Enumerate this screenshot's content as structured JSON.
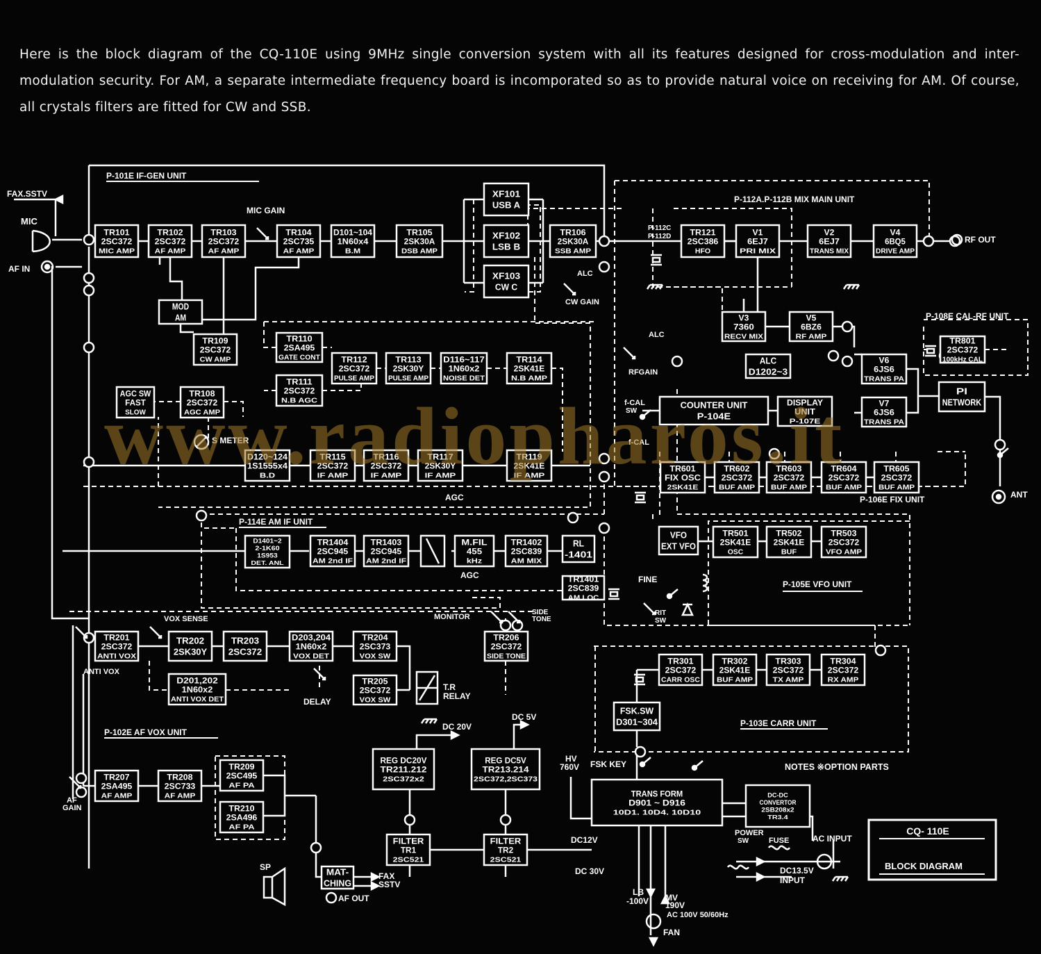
{
  "intro_text": "Here is the block diagram of the CQ-110E using 9MHz single conversion system with all its features designed for cross-modulation and inter-modulation security. For AM, a separate intermediate frequency board is incomporated so as to provide natural voice on receiving for AM. Of course, all crystals filters are fitted for CW and SSB.",
  "watermark": "www.radiopharos.it",
  "colors": {
    "background": "#050505",
    "line": "#ffffff",
    "watermark": "#a07828"
  },
  "title_box": {
    "title": "CQ- 110E",
    "subtitle": "BLOCK DIAGRAM"
  },
  "notes": "NOTES  ※OPTION  PARTS",
  "units": [
    {
      "id": "if_gen",
      "label": "P-101E  IF-GEN UNIT"
    },
    {
      "id": "mix_main",
      "label": "P-112A.P-112B  MIX MAIN UNIT"
    },
    {
      "id": "cal_rf",
      "label": "P-108E CAL-RF UNIT"
    },
    {
      "id": "fix",
      "label": "P-106E  FIX UNIT"
    },
    {
      "id": "am_if",
      "label": "P-114E  AM IF UNIT"
    },
    {
      "id": "vfo",
      "label": "P-105E  VFO UNIT"
    },
    {
      "id": "af_vox",
      "label": "P-102E  AF VOX UNIT"
    },
    {
      "id": "carr",
      "label": "P-103E  CARR UNIT"
    }
  ],
  "blocks": [
    {
      "id": "tr101",
      "lines": [
        "TR101",
        "2SC372",
        "MIC AMP"
      ]
    },
    {
      "id": "tr102",
      "lines": [
        "TR102",
        "2SC372",
        "AF AMP"
      ]
    },
    {
      "id": "tr103",
      "lines": [
        "TR103",
        "2SC372",
        "AF AMP"
      ]
    },
    {
      "id": "tr104",
      "lines": [
        "TR104",
        "2SC735",
        "AF AMP"
      ]
    },
    {
      "id": "d101",
      "lines": [
        "D101~104",
        "1N60x4",
        "B.M"
      ]
    },
    {
      "id": "tr105",
      "lines": [
        "TR105",
        "2SK30A",
        "DSB AMP"
      ]
    },
    {
      "id": "xf101",
      "lines": [
        "XF101",
        "USB A"
      ]
    },
    {
      "id": "xf102",
      "lines": [
        "XF102",
        "LSB B"
      ]
    },
    {
      "id": "xf103",
      "lines": [
        "XF103",
        "CW C"
      ]
    },
    {
      "id": "tr106",
      "lines": [
        "TR106",
        "2SK30A",
        "SSB AMP"
      ]
    },
    {
      "id": "mod",
      "lines": [
        "MOD",
        "AM"
      ]
    },
    {
      "id": "tr109",
      "lines": [
        "TR109",
        "2SC372",
        "CW AMP"
      ]
    },
    {
      "id": "tr110",
      "lines": [
        "TR110",
        "2SA495",
        "GATE CONT"
      ]
    },
    {
      "id": "tr112",
      "lines": [
        "TR112",
        "2SC372",
        "PULSE AMP"
      ]
    },
    {
      "id": "tr113",
      "lines": [
        "TR113",
        "2SK30Y",
        "PULSE AMP"
      ]
    },
    {
      "id": "d116",
      "lines": [
        "D116~117",
        "1N60x2",
        "NOISE DET"
      ]
    },
    {
      "id": "tr114",
      "lines": [
        "TR114",
        "2SK41E",
        "N.B AMP"
      ]
    },
    {
      "id": "tr111",
      "lines": [
        "TR111",
        "2SC372",
        "N.B AGC"
      ]
    },
    {
      "id": "agcsw",
      "lines": [
        "AGC SW",
        "FAST",
        "SLOW"
      ]
    },
    {
      "id": "tr108",
      "lines": [
        "TR108",
        "2SC372",
        "AGC AMP"
      ]
    },
    {
      "id": "d120",
      "lines": [
        "D120~124",
        "1S1555x4",
        "B.D"
      ]
    },
    {
      "id": "tr115",
      "lines": [
        "TR115",
        "2SC372",
        "IF AMP"
      ]
    },
    {
      "id": "tr116",
      "lines": [
        "TR116",
        "2SC372",
        "IF AMP"
      ]
    },
    {
      "id": "tr117",
      "lines": [
        "TR117",
        "2SK30Y",
        "IF AMP"
      ]
    },
    {
      "id": "tr119",
      "lines": [
        "TR119",
        "2SK41E",
        "IF AMP"
      ]
    },
    {
      "id": "d401",
      "lines": [
        "D1401~2",
        "2-1K60",
        "1S953",
        "DET. ANL"
      ]
    },
    {
      "id": "tr1404",
      "lines": [
        "TR1404",
        "2SC945",
        "AM 2nd IF"
      ]
    },
    {
      "id": "tr1403",
      "lines": [
        "TR1403",
        "2SC945",
        "AM 2nd IF"
      ]
    },
    {
      "id": "mfil",
      "lines": [
        "M.FIL",
        "455",
        "kHz"
      ]
    },
    {
      "id": "tr1402",
      "lines": [
        "TR1402",
        "2SC839",
        "AM MIX"
      ]
    },
    {
      "id": "rl1401",
      "lines": [
        "RL",
        "-1401"
      ]
    },
    {
      "id": "tr1401",
      "lines": [
        "TR1401",
        "2SC839",
        "AM LOC"
      ]
    },
    {
      "id": "tr121",
      "lines": [
        "TR121",
        "2SC386",
        "HFO"
      ]
    },
    {
      "id": "v1",
      "lines": [
        "V1",
        "6EJ7",
        "PRI MIX"
      ]
    },
    {
      "id": "v2",
      "lines": [
        "V2",
        "6EJ7",
        "TRANS MIX"
      ]
    },
    {
      "id": "v4",
      "lines": [
        "V4",
        "6BQ5",
        "DRIVE AMP"
      ]
    },
    {
      "id": "v3",
      "lines": [
        "V3",
        "7360",
        "RECV MIX"
      ]
    },
    {
      "id": "v5",
      "lines": [
        "V5",
        "6BZ6",
        "RF AMP"
      ]
    },
    {
      "id": "alc",
      "lines": [
        "ALC",
        "D1202~3"
      ]
    },
    {
      "id": "tr801",
      "lines": [
        "TR801",
        "2SC372",
        "100kHz CAL"
      ]
    },
    {
      "id": "v6",
      "lines": [
        "V6",
        "6JS6",
        "TRANS PA"
      ]
    },
    {
      "id": "v7",
      "lines": [
        "V7",
        "6JS6",
        "TRANS PA"
      ]
    },
    {
      "id": "pinet",
      "lines": [
        "PI",
        "NETWORK"
      ]
    },
    {
      "id": "counter",
      "lines": [
        "COUNTER UNIT",
        "P-104E"
      ]
    },
    {
      "id": "display",
      "lines": [
        "DISPLAY",
        "UNIT",
        "P-107E"
      ]
    },
    {
      "id": "tr601",
      "lines": [
        "TR601",
        "FIX OSC",
        "2SK41E"
      ]
    },
    {
      "id": "tr602",
      "lines": [
        "TR602",
        "2SC372",
        "BUF AMP"
      ]
    },
    {
      "id": "tr603",
      "lines": [
        "TR603",
        "2SC372",
        "BUF AMP"
      ]
    },
    {
      "id": "tr604",
      "lines": [
        "TR604",
        "2SC372",
        "BUF AMP"
      ]
    },
    {
      "id": "tr605",
      "lines": [
        "TR605",
        "2SC372",
        "BUF AMP"
      ]
    },
    {
      "id": "vfosw",
      "lines": [
        "VFO",
        "EXT VFO"
      ]
    },
    {
      "id": "tr501",
      "lines": [
        "TR501",
        "2SK41E",
        "OSC"
      ]
    },
    {
      "id": "tr502",
      "lines": [
        "TR502",
        "2SK41E",
        "BUF"
      ]
    },
    {
      "id": "tr503",
      "lines": [
        "TR503",
        "2SC372",
        "VFO AMP"
      ]
    },
    {
      "id": "tr201",
      "lines": [
        "TR201",
        "2SC372",
        "ANTI VOX"
      ]
    },
    {
      "id": "tr202",
      "lines": [
        "TR202",
        "2SK30Y"
      ]
    },
    {
      "id": "tr203",
      "lines": [
        "TR203",
        "2SC372"
      ]
    },
    {
      "id": "d203",
      "lines": [
        "D203,204",
        "1N60x2",
        "VOX DET"
      ]
    },
    {
      "id": "tr204",
      "lines": [
        "TR204",
        "2SC373",
        "VOX SW"
      ]
    },
    {
      "id": "tr205",
      "lines": [
        "TR205",
        "2SC372",
        "VOX SW"
      ]
    },
    {
      "id": "tr206",
      "lines": [
        "TR206",
        "2SC372",
        "SIDE TONE"
      ]
    },
    {
      "id": "d201",
      "lines": [
        "D201,202",
        "1N60x2",
        "ANTI VOX DET"
      ]
    },
    {
      "id": "tr301",
      "lines": [
        "TR301",
        "2SC372",
        "CARR OSC"
      ]
    },
    {
      "id": "tr302",
      "lines": [
        "TR302",
        "2SK41E",
        "BUF AMP"
      ]
    },
    {
      "id": "tr303",
      "lines": [
        "TR303",
        "2SC372",
        "TX AMP"
      ]
    },
    {
      "id": "tr304",
      "lines": [
        "TR304",
        "2SC372",
        "RX AMP"
      ]
    },
    {
      "id": "fsksw",
      "lines": [
        "FSK.SW",
        "D301~304"
      ]
    },
    {
      "id": "tr207",
      "lines": [
        "TR207",
        "2SA495",
        "AF AMP"
      ]
    },
    {
      "id": "tr208",
      "lines": [
        "TR208",
        "2SC733",
        "AF AMP"
      ]
    },
    {
      "id": "tr209",
      "lines": [
        "TR209",
        "2SC495",
        "AF PA"
      ]
    },
    {
      "id": "tr210",
      "lines": [
        "TR210",
        "2SA496",
        "AF PA"
      ]
    },
    {
      "id": "reg20",
      "lines": [
        "REG DC20V",
        "TR211.212",
        "2SC372x2"
      ]
    },
    {
      "id": "reg5",
      "lines": [
        "REG DC5V",
        "TR213.214",
        "2SC372,2SC373"
      ]
    },
    {
      "id": "filter1",
      "lines": [
        "FILTER",
        "TR1",
        "2SC521"
      ]
    },
    {
      "id": "filter2",
      "lines": [
        "FILTER",
        "TR2",
        "2SC521"
      ]
    },
    {
      "id": "transform",
      "lines": [
        "TRANS FORM",
        "D901 ~ D916",
        "10D1. 10D4. 10D10"
      ]
    },
    {
      "id": "dcdc",
      "lines": [
        "DC-DC",
        "CONVERTOR",
        "2SB208x2",
        "TR3.4"
      ]
    },
    {
      "id": "matching",
      "lines": [
        "MAT-",
        "CHING"
      ]
    }
  ],
  "labels": [
    {
      "id": "faxsstv_top",
      "text": "FAX.SSTV"
    },
    {
      "id": "mic",
      "text": "MIC"
    },
    {
      "id": "afin",
      "text": "AF IN"
    },
    {
      "id": "micgain",
      "text": "MIC GAIN"
    },
    {
      "id": "alc1",
      "text": "ALC"
    },
    {
      "id": "cwgain",
      "text": "CW GAIN"
    },
    {
      "id": "alc2",
      "text": "ALC"
    },
    {
      "id": "rfgain",
      "text": "RFGAIN"
    },
    {
      "id": "fcal_sw",
      "text": "f-CAL"
    },
    {
      "id": "sw1",
      "text": "SW"
    },
    {
      "id": "fcal2",
      "text": "f-CAL"
    },
    {
      "id": "smeter",
      "text": "S METER"
    },
    {
      "id": "agc1",
      "text": "AGC"
    },
    {
      "id": "agc2",
      "text": "AGC"
    },
    {
      "id": "rfout",
      "text": "RF OUT"
    },
    {
      "id": "ant",
      "text": "ANT"
    },
    {
      "id": "fine",
      "text": "FINE"
    },
    {
      "id": "rit",
      "text": "RIT"
    },
    {
      "id": "ritsw",
      "text": "SW"
    },
    {
      "id": "voxsense",
      "text": "VOX SENSE"
    },
    {
      "id": "monitor",
      "text": "MONITOR"
    },
    {
      "id": "side",
      "text": "SIDE"
    },
    {
      "id": "tone",
      "text": "TONE"
    },
    {
      "id": "antivox",
      "text": "ANTI VOX"
    },
    {
      "id": "delay",
      "text": "DELAY"
    },
    {
      "id": "tr1",
      "text": "T.R"
    },
    {
      "id": "relay",
      "text": "RELAY"
    },
    {
      "id": "dc20v",
      "text": "DC 20V"
    },
    {
      "id": "dc5v",
      "text": "DC 5V"
    },
    {
      "id": "hv",
      "text": "HV"
    },
    {
      "id": "hv760",
      "text": "760V"
    },
    {
      "id": "fskkey",
      "text": "FSK KEY"
    },
    {
      "id": "af",
      "text": "AF"
    },
    {
      "id": "gain",
      "text": "GAIN"
    },
    {
      "id": "dc12v",
      "text": "DC12V"
    },
    {
      "id": "dc30v",
      "text": "DC 30V"
    },
    {
      "id": "sp",
      "text": "SP"
    },
    {
      "id": "fax2",
      "text": "FAX"
    },
    {
      "id": "sstv2",
      "text": "SSTV"
    },
    {
      "id": "afout",
      "text": "AF OUT"
    },
    {
      "id": "lb",
      "text": "LB"
    },
    {
      "id": "lb100",
      "text": "-100V"
    },
    {
      "id": "mv",
      "text": "MV"
    },
    {
      "id": "mv190",
      "text": "190V"
    },
    {
      "id": "acin",
      "text": "AC 100V 50/60Hz"
    },
    {
      "id": "fan",
      "text": "FAN"
    },
    {
      "id": "power",
      "text": "POWER"
    },
    {
      "id": "powersw",
      "text": "SW"
    },
    {
      "id": "fuse",
      "text": "FUSE"
    },
    {
      "id": "acinput",
      "text": "AC INPUT"
    },
    {
      "id": "dc135",
      "text": "DC13.5V"
    },
    {
      "id": "input",
      "text": "INPUT"
    },
    {
      "id": "p112c",
      "text": "P-112C"
    },
    {
      "id": "p112d",
      "text": "P-112D"
    }
  ]
}
